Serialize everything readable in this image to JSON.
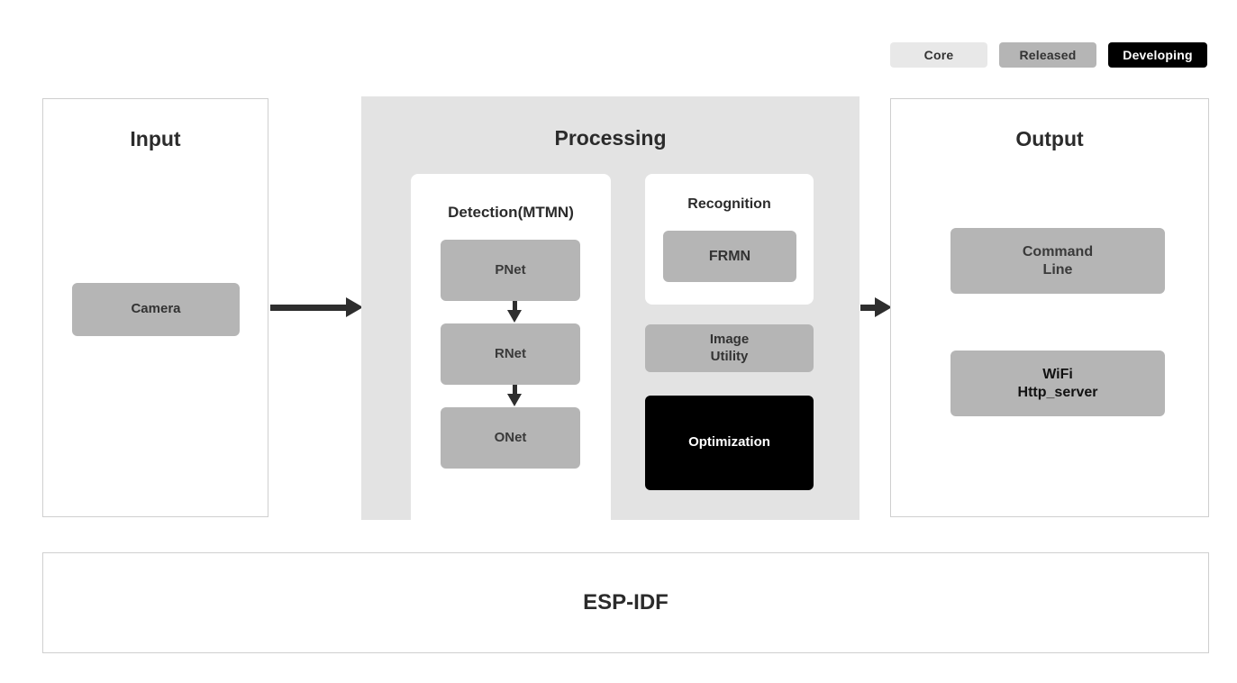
{
  "legend": {
    "items": [
      {
        "label": "Core",
        "style": "core",
        "color": "#e8e8e8"
      },
      {
        "label": "Released",
        "style": "released",
        "color": "#b5b5b5"
      },
      {
        "label": "Developing",
        "style": "developing",
        "color": "#000000"
      }
    ]
  },
  "input": {
    "title": "Input",
    "boxes": [
      {
        "label": "Camera",
        "status": "Released"
      }
    ]
  },
  "processing": {
    "title": "Processing",
    "detection": {
      "title": "Detection(MTMN)",
      "boxes": [
        {
          "label": "PNet",
          "status": "Released"
        },
        {
          "label": "RNet",
          "status": "Released"
        },
        {
          "label": "ONet",
          "status": "Released"
        }
      ]
    },
    "recognition": {
      "title": "Recognition",
      "boxes": [
        {
          "label": "FRMN",
          "status": "Released"
        }
      ]
    },
    "extras": [
      {
        "label": "Image\nUtility",
        "status": "Released"
      },
      {
        "label": "Optimization",
        "status": "Developing"
      }
    ]
  },
  "output": {
    "title": "Output",
    "boxes": [
      {
        "label": "Command\nLine",
        "status": "Released"
      },
      {
        "label": "WiFi\nHttp_server",
        "status": "Released"
      }
    ]
  },
  "foundation": {
    "label": "ESP-IDF"
  },
  "arrows": [
    {
      "name": "input-to-processing",
      "direction": "right"
    },
    {
      "name": "processing-to-output",
      "direction": "right"
    },
    {
      "name": "pnet-to-rnet",
      "direction": "down"
    },
    {
      "name": "rnet-to-onet",
      "direction": "down"
    }
  ]
}
